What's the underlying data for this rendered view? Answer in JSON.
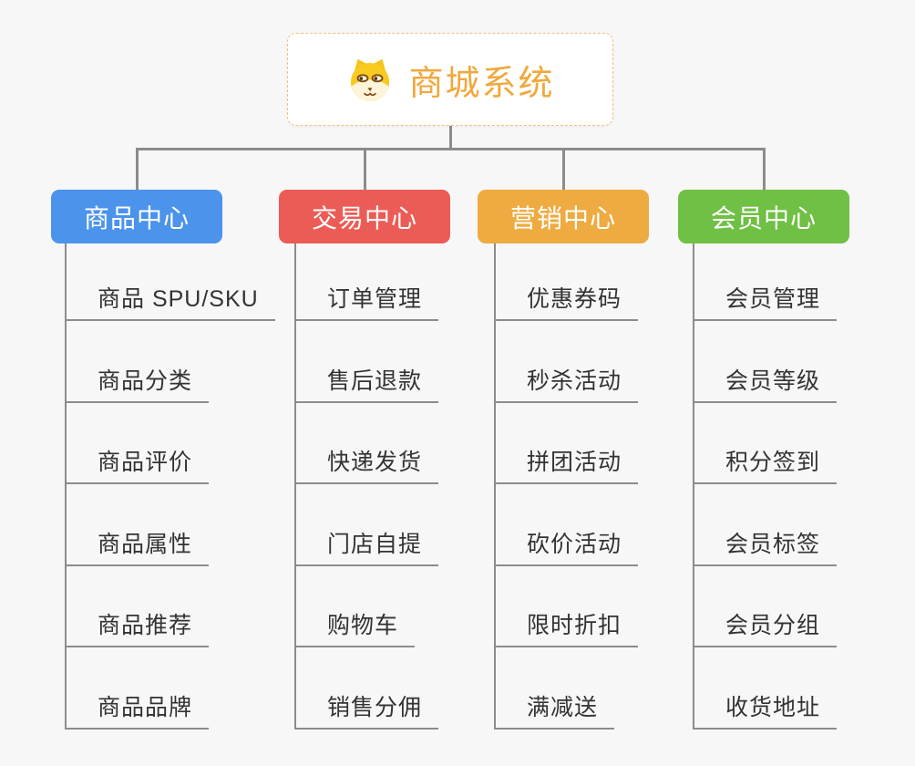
{
  "root": {
    "title": "商城系统",
    "icon": "dog-face-icon",
    "text_color": "#f0a83c",
    "border_color": "#f2c079"
  },
  "branches": [
    {
      "label": "商品中心",
      "color": "#4b93eb",
      "items": [
        "商品 SPU/SKU",
        "商品分类",
        "商品评价",
        "商品属性",
        "商品推荐",
        "商品品牌"
      ]
    },
    {
      "label": "交易中心",
      "color": "#ec5c56",
      "items": [
        "订单管理",
        "售后退款",
        "快递发货",
        "门店自提",
        "购物车",
        "销售分佣"
      ]
    },
    {
      "label": "营销中心",
      "color": "#eeab41",
      "items": [
        "优惠券码",
        "秒杀活动",
        "拼团活动",
        "砍价活动",
        "限时折扣",
        "满减送"
      ]
    },
    {
      "label": "会员中心",
      "color": "#6fc044",
      "items": [
        "会员管理",
        "会员等级",
        "积分签到",
        "会员标签",
        "会员分组",
        "收货地址"
      ]
    }
  ],
  "colors": {
    "background": "#f7f7f7",
    "line": "#8c8c8c",
    "item_text": "#333333",
    "node_text": "#ffffff"
  }
}
